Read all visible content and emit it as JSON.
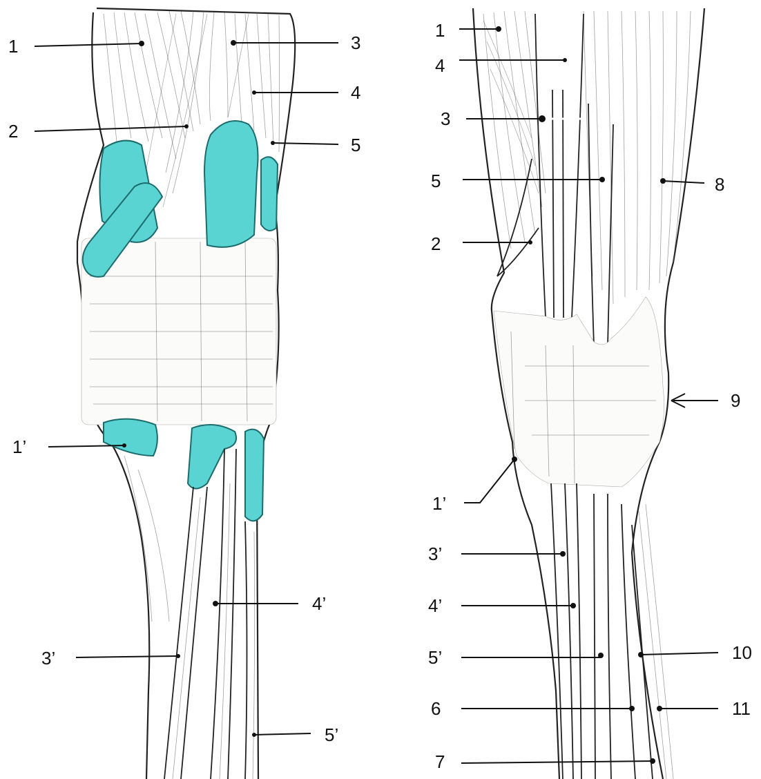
{
  "colors": {
    "sheath_fill": "#5ad3d3",
    "sheath_stroke": "#1c6b6b",
    "ink": "#111111",
    "background": "#ffffff"
  },
  "left_panel": {
    "labels": [
      {
        "id": "l-1",
        "text": "1"
      },
      {
        "id": "l-2",
        "text": "2"
      },
      {
        "id": "l-3",
        "text": "3"
      },
      {
        "id": "l-4",
        "text": "4"
      },
      {
        "id": "l-5",
        "text": "5"
      },
      {
        "id": "l-1p",
        "text": "1’"
      },
      {
        "id": "l-3p",
        "text": "3’"
      },
      {
        "id": "l-4p",
        "text": "4’"
      },
      {
        "id": "l-5p",
        "text": "5’"
      }
    ]
  },
  "right_panel": {
    "labels": [
      {
        "id": "r-1",
        "text": "1"
      },
      {
        "id": "r-4",
        "text": "4"
      },
      {
        "id": "r-3",
        "text": "3"
      },
      {
        "id": "r-5",
        "text": "5"
      },
      {
        "id": "r-8",
        "text": "8"
      },
      {
        "id": "r-2",
        "text": "2"
      },
      {
        "id": "r-9",
        "text": "9"
      },
      {
        "id": "r-1p",
        "text": "1’"
      },
      {
        "id": "r-3p",
        "text": "3’"
      },
      {
        "id": "r-4p",
        "text": "4’"
      },
      {
        "id": "r-5p",
        "text": "5’"
      },
      {
        "id": "r-10",
        "text": "10"
      },
      {
        "id": "r-6",
        "text": "6"
      },
      {
        "id": "r-11",
        "text": "11"
      },
      {
        "id": "r-7",
        "text": "7"
      }
    ]
  }
}
